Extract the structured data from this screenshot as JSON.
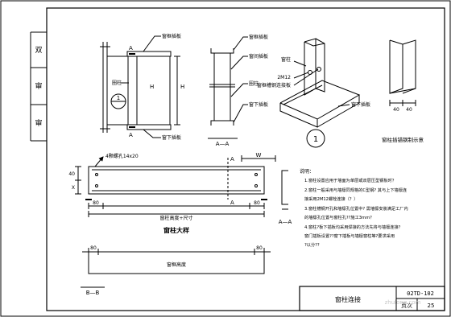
{
  "side_strip": {
    "item_1": "双",
    "item_2": "审",
    "item_3": "审"
  },
  "labels": {
    "top_strap": "窗框插板",
    "bottom_strap": "窗下插板",
    "stud": "圈柱",
    "h": "H",
    "a": "A",
    "detail_no": "1",
    "aa_top_strap": "窗框插板",
    "aa_mid_plate": "窗间插板",
    "aa_bottom_strap": "窗下插板",
    "aa_section": "A—A",
    "iso_stud": "窗柱",
    "iso_bolt": "2M12",
    "iso_plate": "窗框槽钢连接板",
    "iso_bottom_strap": "窗下插板",
    "iso_caption": "窗柱插锚钢制示意",
    "dim_40_left": "40",
    "dim_40_right": "40",
    "bolt_callout": "4颗螺孔14x20",
    "column_a": "A",
    "column_w": "W",
    "col_40": "40",
    "col_x": "X",
    "col_80_left": "80",
    "col_80_right": "80",
    "col_length": "窗柱高度+尺寸",
    "column_caption": "窗柱大样",
    "bb_80_left": "80",
    "bb_80_right": "80",
    "bb_length": "窗框高度",
    "bb_section": "B—B",
    "section_aa_2": "A—A"
  },
  "notes": {
    "heading": "说明：",
    "n1": "1.窗柱设置应用于墙面为单层或双层压型钢板时？",
    "n2": "2.窗柱一般采用与墙檩同规格的C型钢? 其与上下墙檩连",
    "n2b": "接采用2M12螺栓连接（？）",
    "n3": "3.窗柱槽钢开孔和墙檩孔位置中? 需墙檩安装满足工厂内",
    "n3b": "的墙檩孔位置与窗柱孔??施工3mm？",
    "n4": "4.窗柱?板下插板均采用焊接的方法先将与墙檩连接？",
    "n4b": "窗门插板设置??窗下插板与墙檩窗柱等?要求采用",
    "n4c": "?以分??"
  },
  "title_block": {
    "drawing_title": "窗柱连接",
    "drawing_no": "02TD-102",
    "page_label": "页次",
    "page_no": "25"
  },
  "watermark": "zhulong.com"
}
